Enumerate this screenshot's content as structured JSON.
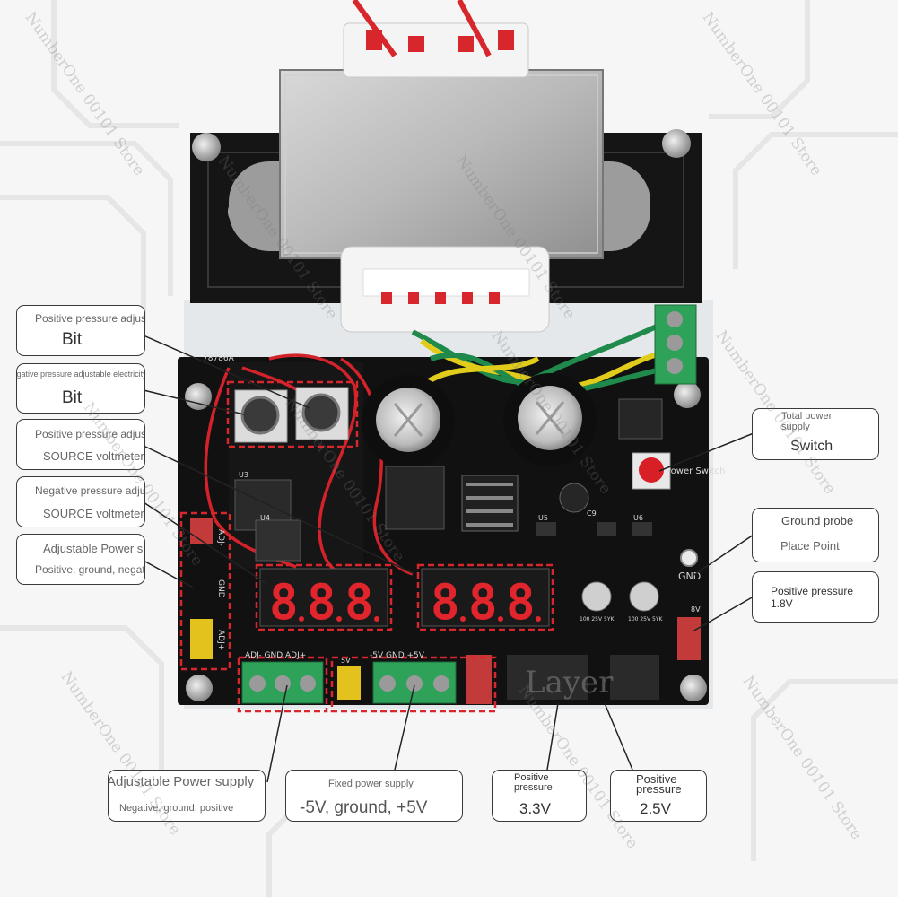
{
  "watermark": "NumberOne 00101 Store",
  "board": {
    "brand_text": "Layer",
    "chip_label": "78786A",
    "header_left": [
      "ADJ-",
      "GND",
      "ADJ+"
    ],
    "terminal_adj": "ADJ- GND ADJ+",
    "terminal_fixed": "-5V GND +5V",
    "pin_5v": "5V",
    "pin_gnd": "GND",
    "pin_8v": "8V",
    "switch_silk": "Power Switch",
    "u_labels": [
      "U3",
      "U4",
      "U5",
      "U6",
      "C9"
    ],
    "cap_labels": [
      "100 25V 5YK",
      "100 25V 5YK"
    ],
    "digits": [
      "8.8.8",
      "8.8.8"
    ]
  },
  "callouts": {
    "pos_adj_bit": {
      "line1": "Positive pressure adjustable electricity",
      "line2": "Bit"
    },
    "neg_adj_bit": {
      "line1": "Negative pressure adjustable electricity",
      "line2": "Bit"
    },
    "pos_voltmeter": {
      "line1": "Positive pressure adjustable electricity",
      "line2": "SOURCE voltmeter"
    },
    "neg_voltmeter": {
      "line1": "Negative pressure adjustable electricity",
      "line2": "SOURCE voltmeter"
    },
    "adj_supply_left": {
      "line1": "Adjustable Power supply",
      "line2": "Positive, ground, negative"
    },
    "total_switch": {
      "line1": "Total power",
      "line2": "supply",
      "line3": "Switch"
    },
    "ground_probe": {
      "line1": "Ground probe",
      "line2": "Place Point"
    },
    "pos_1v8": {
      "line1": "Positive pressure",
      "line2": "1.8V"
    },
    "adj_supply_bottom": {
      "line1": "Adjustable Power supply",
      "line2": "Negative, ground, positive"
    },
    "fixed_supply": {
      "line1": "Fixed power supply",
      "line2": "-5V, ground, +5V"
    },
    "pos_3v3": {
      "line1": "Positive",
      "line2": "pressure",
      "line3": "3.3V"
    },
    "pos_2v5": {
      "line1": "Positive",
      "line2": "pressure",
      "line3": "2.5V"
    }
  }
}
